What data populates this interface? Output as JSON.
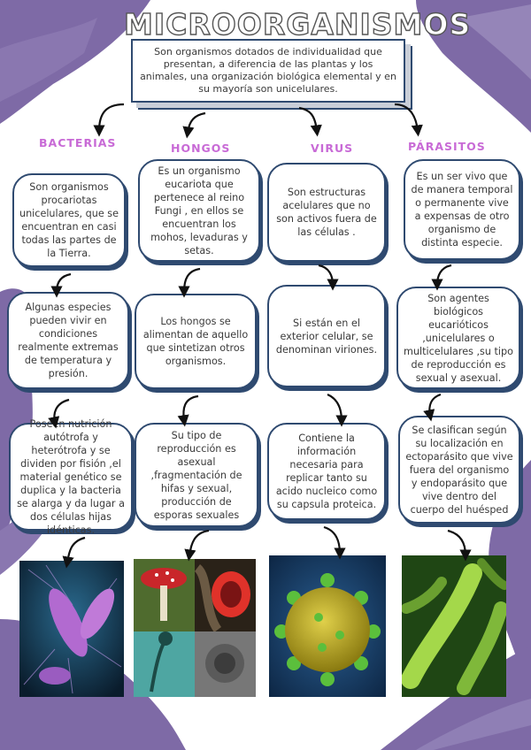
{
  "title": "MICROORGANISMOS",
  "intro": "Son organismos dotados de individualidad que presentan, a diferencia de las plantas y los animales, una organización biológica elemental y en su mayoría son unicelulares.",
  "columns": [
    {
      "name": "BACTERIAS",
      "boxes": [
        "Son organismos procariotas unicelulares, que se encuentran en casi todas las partes de la Tierra.",
        "Algunas especies pueden vivir en condiciones realmente extremas de temperatura y presión.",
        "Poseen nutrición autótrofa y heterótrofa y se dividen por fisión ,el material genético se duplica y la bacteria se alarga y da lugar a dos células hijas idénticas."
      ]
    },
    {
      "name": "HONGOS",
      "boxes": [
        "Es un organismo eucariota que pertenece al reino Fungi , en ellos se encuentran los mohos, levaduras y setas.",
        "Los hongos se alimentan de aquello que sintetizan otros organismos.",
        "Su tipo de reproducción es asexual ,fragmentación de hifas y sexual, producción de esporas sexuales"
      ]
    },
    {
      "name": "VIRUS",
      "boxes": [
        "Son estructuras acelulares que no son activos fuera de las células .",
        "Si están en el exterior celular, se denominan viriones.",
        "Contiene la información necesaria para replicar tanto su acido nucleico como su capsula proteica."
      ]
    },
    {
      "name": "PÁRASITOS",
      "boxes": [
        "Es un ser vivo que de manera temporal o permanente vive a expensas de otro organismo de distinta especie.",
        "Son agentes biológicos eucarióticos ,unicelulares o multicelulares ,su tipo de reproducción es sexual y asexual.",
        "Se clasifican según su localización en ectoparásito que vive fuera del organismo y endoparásito que vive dentro del cuerpo del huésped"
      ]
    }
  ],
  "colors": {
    "purple_bg": "#7e6aa6",
    "box_border": "#2f4a70",
    "category": "#c86ad6"
  }
}
